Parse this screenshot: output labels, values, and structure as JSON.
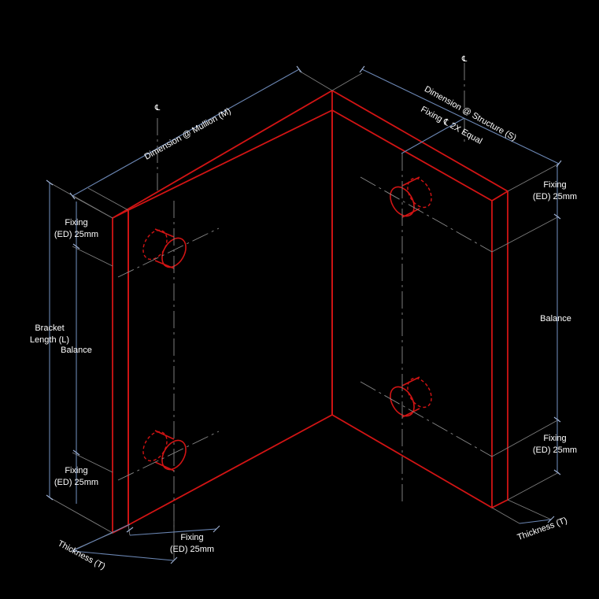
{
  "labels": {
    "dim_mullion": "Dimension @ Mullion (M)",
    "dim_structure": "Dimension @ Structure (S)",
    "fixing_equal": "Fixing ℄ 2X Equal",
    "centerline_symbol": "℄",
    "fixing": "Fixing",
    "ed_25mm": "(ED) 25mm",
    "bracket": "Bracket",
    "length_l": "Length (L)",
    "balance": "Balance",
    "thickness": "Thickness (T)"
  },
  "colors": {
    "outline": "#d21414",
    "dimension": "#6b86b3",
    "text": "#ffffff",
    "background": "#000000"
  }
}
